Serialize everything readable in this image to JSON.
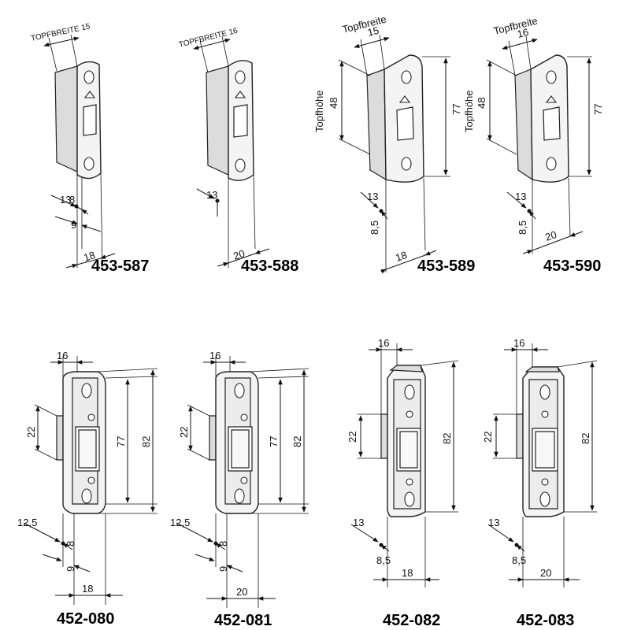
{
  "items": [
    {
      "code": "453-587",
      "topf_label": "TOPFBREITE 15",
      "dims": [
        "13",
        "8",
        "9",
        "18"
      ]
    },
    {
      "code": "453-588",
      "topf_label": "TOPFBREITE 16",
      "dims": [
        "13",
        "20"
      ]
    },
    {
      "code": "453-589",
      "topf_label": "Topfbreite",
      "topf_value": "15",
      "height_label": "Topfhöhe",
      "height_value": "48",
      "length": "77",
      "dims": [
        "13",
        "8,5",
        "18"
      ]
    },
    {
      "code": "453-590",
      "topf_label": "Topfbreite",
      "topf_value": "16",
      "height_label": "Topfhöhe",
      "height_value": "48",
      "length": "77",
      "dims": [
        "13",
        "8,5",
        "20"
      ]
    },
    {
      "code": "452-080",
      "width": "16",
      "d22": "22",
      "d77": "77",
      "d82": "82",
      "dims": [
        "12,5",
        "8",
        "9",
        "18"
      ]
    },
    {
      "code": "452-081",
      "width": "16",
      "d22": "22",
      "d77": "77",
      "d82": "82",
      "dims": [
        "12,5",
        "8",
        "9",
        "20"
      ]
    },
    {
      "code": "452-082",
      "width": "16",
      "d22": "22",
      "d82": "82",
      "dims": [
        "13",
        "8,5",
        "18"
      ]
    },
    {
      "code": "452-083",
      "width": "16",
      "d22": "22",
      "d82": "82",
      "dims": [
        "13",
        "8,5",
        "20"
      ]
    }
  ]
}
